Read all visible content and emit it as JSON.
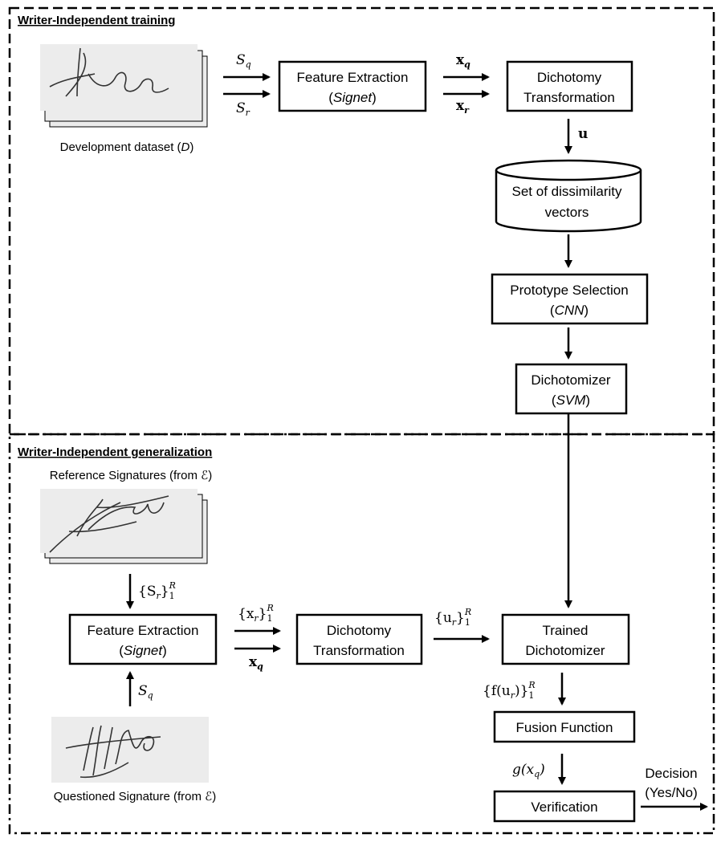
{
  "sections": {
    "training_title": "Writer-Independent training",
    "generalization_title": "Writer-Independent generalization"
  },
  "training": {
    "dataset_caption_prefix": "Development dataset (",
    "dataset_caption_symbol": "D",
    "dataset_caption_suffix": ")",
    "feature_extraction": {
      "line1": "Feature Extraction",
      "line2": "Signet"
    },
    "dichotomy": {
      "line1": "Dichotomy",
      "line2": "Transformation"
    },
    "dissimilarity_db": {
      "line1": "Set of dissimilarity",
      "line2": "vectors"
    },
    "prototype_selection": {
      "line1": "Prototype Selection",
      "line2": "CNN"
    },
    "dichotomizer": {
      "line1": "Dichotomizer",
      "line2": "SVM"
    },
    "labels": {
      "sq": "S",
      "sq_sub": "q",
      "sr": "S",
      "sr_sub": "r",
      "xq": "x",
      "xq_sub": "q",
      "xr": "x",
      "xr_sub": "r",
      "u": "u"
    }
  },
  "generalization": {
    "reference_caption": "Reference Signatures (from ℰ)",
    "questioned_caption": "Questioned Signature (from ℰ)",
    "feature_extraction": {
      "line1": "Feature Extraction",
      "line2": "Signet"
    },
    "dichotomy": {
      "line1": "Dichotomy",
      "line2": "Transformation"
    },
    "trained_dichotomizer": {
      "line1": "Trained",
      "line2": "Dichotomizer"
    },
    "fusion": "Fusion Function",
    "verification": "Verification",
    "decision": {
      "line1": "Decision",
      "line2": "(Yes/No)"
    },
    "labels": {
      "sr_set": "{S",
      "sr_set_sub": "r",
      "sr_set_close": "}",
      "sr_set_lo": "1",
      "sr_set_hi": "R",
      "xr_set": "{x",
      "xr_set_sub": "r",
      "xr_set_close": "}",
      "xr_set_lo": "1",
      "xr_set_hi": "R",
      "xq": "x",
      "xq_sub": "q",
      "ur_set": "{u",
      "ur_set_sub": "r",
      "ur_set_close": "}",
      "ur_set_lo": "1",
      "ur_set_hi": "R",
      "sq": "S",
      "sq_sub": "q",
      "f_set": "{f(u",
      "f_set_sub": "r",
      "f_set_close": ")}",
      "f_set_lo": "1",
      "f_set_hi": "R",
      "g": "g(x",
      "g_sub": "q",
      "g_close": ")"
    }
  }
}
